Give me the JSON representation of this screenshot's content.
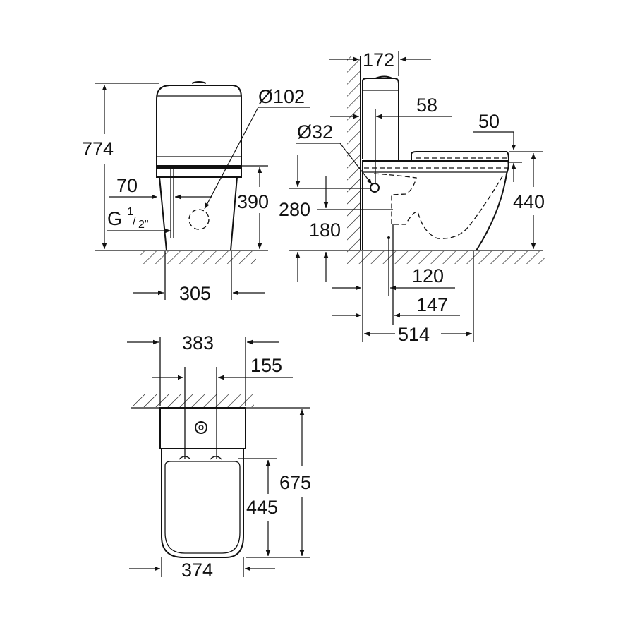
{
  "title": "Close-coupled floor-standing toilet dimension drawing",
  "units": "mm",
  "colors": {
    "line": "#111111",
    "background": "#ffffff"
  },
  "front_view": {
    "height_total": "774",
    "inlet_offset": "70",
    "inlet_thread": "G",
    "inlet_thread_num": "1",
    "inlet_thread_den": "2\"",
    "outlet_diameter": "Ø102",
    "inlet_height": "390",
    "width_base": "305"
  },
  "side_view": {
    "tank_depth": "172",
    "offset_58": "58",
    "seat_thickness": "50",
    "flush_diameter": "Ø32",
    "height_280": "280",
    "height_180": "180",
    "seat_height": "440",
    "outlet_120": "120",
    "outlet_147": "147",
    "projection": "514"
  },
  "top_view": {
    "width_383": "383",
    "offset_155": "155",
    "depth_675": "675",
    "seat_depth_445": "445",
    "width_374": "374"
  }
}
